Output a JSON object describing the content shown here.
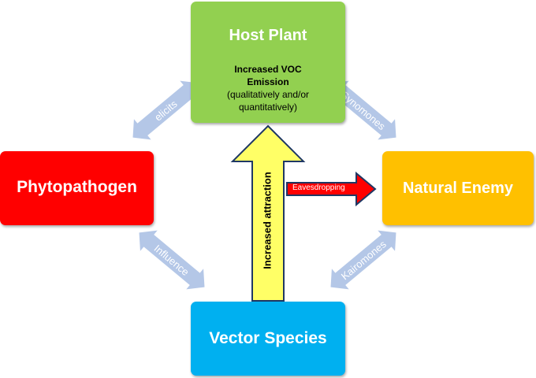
{
  "nodes": {
    "host_plant": {
      "title": "Host Plant",
      "line1": "Increased VOC",
      "line2": "Emission",
      "line3": "(qualitatively and/or",
      "line4": "quantitatively)"
    },
    "phytopathogen": {
      "title": "Phytopathogen"
    },
    "natural_enemy": {
      "title": "Natural Enemy"
    },
    "vector_species": {
      "title": "Vector Species"
    }
  },
  "edges": {
    "elicits": "elicits",
    "synomones": "Synomones",
    "influence": "Influence",
    "kairomones": "Kairomones",
    "increased_attraction": "Increased attraction",
    "eavesdropping": "Eavesdropping"
  },
  "colors": {
    "host_plant": "#92d050",
    "phytopathogen": "#ff0000",
    "natural_enemy": "#ffc000",
    "vector_species": "#00b0f0",
    "link_arrow": "#b4c7e7",
    "attraction_arrow": "#ffff66",
    "eavesdrop_arrow": "#ff0000"
  }
}
